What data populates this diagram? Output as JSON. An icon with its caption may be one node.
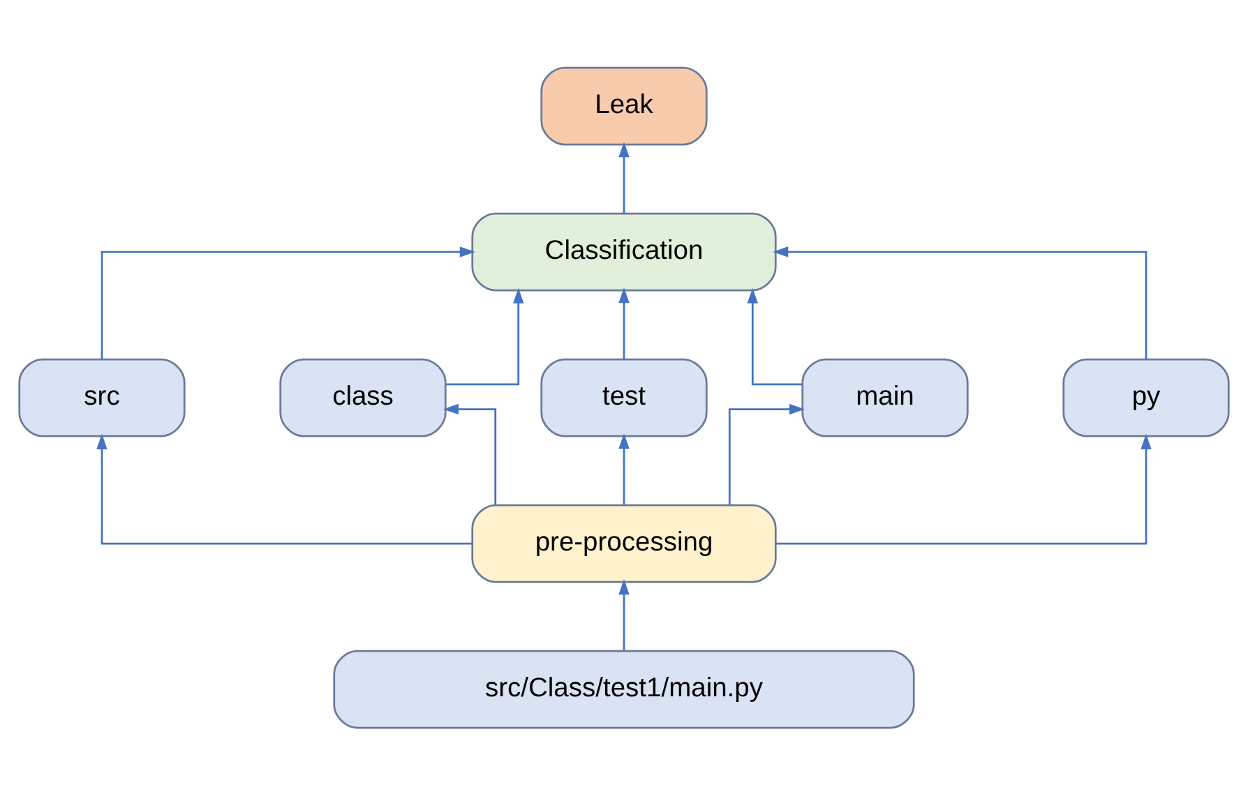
{
  "diagram": {
    "nodes": [
      {
        "text": [
          "Leak"
        ]
      },
      {
        "text": [
          "Classification"
        ]
      },
      {
        "text": [
          "src"
        ]
      },
      {
        "text": [
          "class"
        ]
      },
      {
        "text": [
          "test"
        ]
      },
      {
        "text": [
          "main"
        ]
      },
      {
        "text": [
          "py"
        ]
      },
      {
        "text": [
          "pre-processing"
        ]
      },
      {
        "text": [
          "src/Class/test1/main.py"
        ]
      }
    ],
    "edges": [
      {
        "from": 8,
        "to": 7,
        "arrow": "to"
      },
      {
        "from": 7,
        "to": 2,
        "arrow": "to"
      },
      {
        "from": 7,
        "to": 3,
        "arrow": "to"
      },
      {
        "from": 7,
        "to": 4,
        "arrow": "to"
      },
      {
        "from": 7,
        "to": 5,
        "arrow": "to"
      },
      {
        "from": 7,
        "to": 6,
        "arrow": "to"
      },
      {
        "from": 2,
        "to": 1,
        "arrow": "to"
      },
      {
        "from": 3,
        "to": 1,
        "arrow": "to"
      },
      {
        "from": 4,
        "to": 1,
        "arrow": "to"
      },
      {
        "from": 5,
        "to": 1,
        "arrow": "to"
      },
      {
        "from": 6,
        "to": 1,
        "arrow": "to"
      },
      {
        "from": 1,
        "to": 0,
        "arrow": "to"
      }
    ]
  }
}
